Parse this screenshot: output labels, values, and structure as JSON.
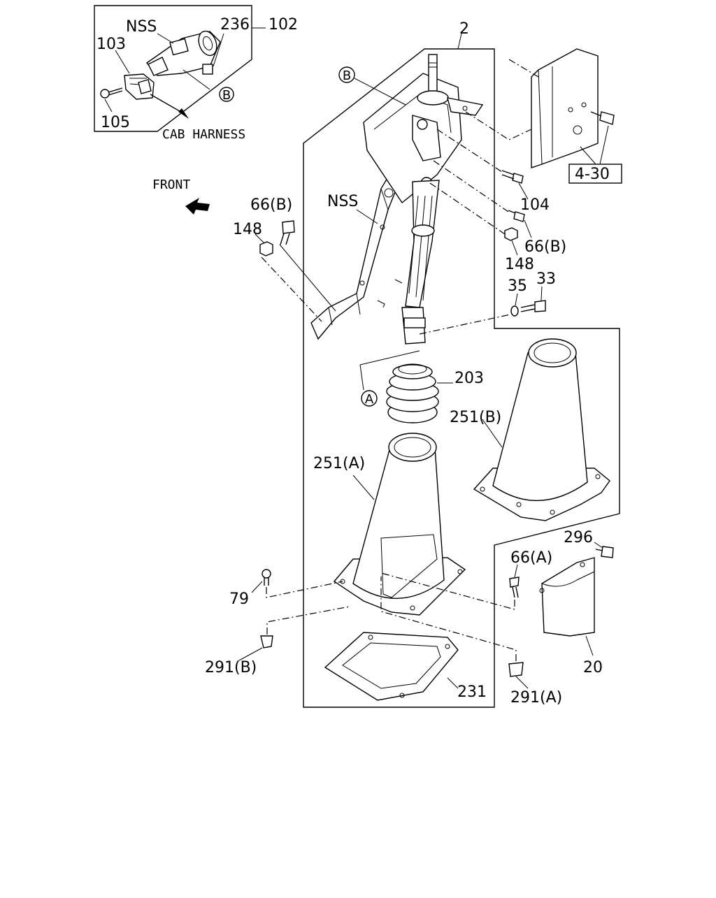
{
  "labels": {
    "inset_nss": "NSS",
    "inset_236": "236",
    "inset_102": "102",
    "inset_103": "103",
    "inset_105": "105",
    "cab_harness": "CAB HARNESS",
    "front": "FRONT",
    "main_2": "2",
    "nss_main": "NSS",
    "p104": "104",
    "p66b_left": "66(B)",
    "p66b_right": "66(B)",
    "p148_left": "148",
    "p148_right": "148",
    "p35": "35",
    "p33": "33",
    "p203": "203",
    "p251b": "251(B)",
    "p251a": "251(A)",
    "p296": "296",
    "p66a": "66(A)",
    "p79": "79",
    "p20": "20",
    "p291b": "291(B)",
    "p231": "231",
    "p291a": "291(A)",
    "ref_4_30": "4-30"
  },
  "callouts": {
    "b_inset": "B",
    "b_main": "B",
    "a_main": "A"
  }
}
